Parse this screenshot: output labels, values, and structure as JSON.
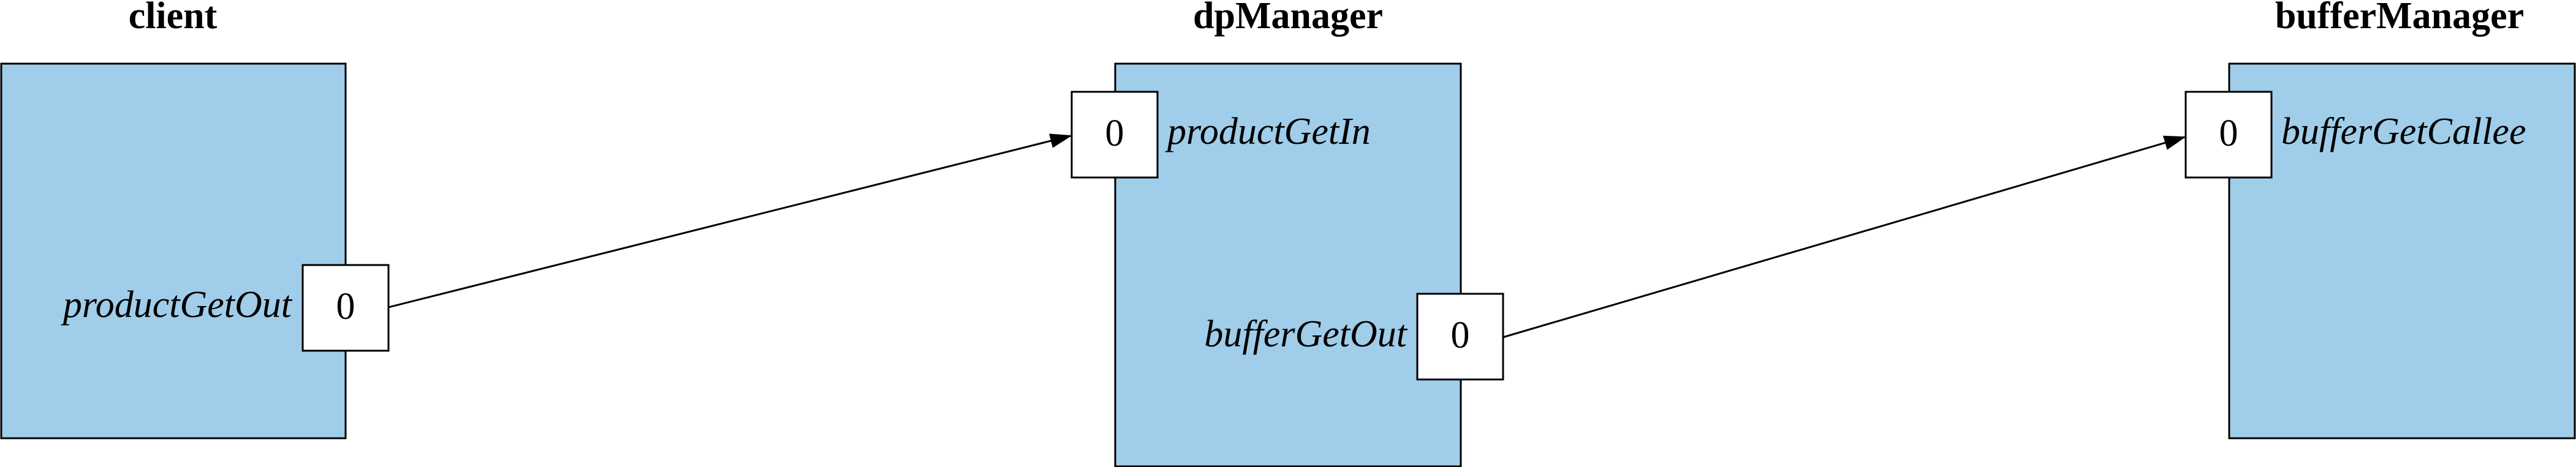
{
  "colors": {
    "component_fill": "#a0cde9",
    "line": "#000000",
    "port_fill": "#ffffff"
  },
  "components": {
    "client": {
      "title": "client",
      "port": {
        "label": "productGetOut",
        "value": "0"
      }
    },
    "dpManager": {
      "title": "dpManager",
      "port_in": {
        "label": "productGetIn",
        "value": "0"
      },
      "port_out": {
        "label": "bufferGetOut",
        "value": "0"
      }
    },
    "bufferManager": {
      "title": "bufferManager",
      "port": {
        "label": "bufferGetCallee",
        "value": "0"
      }
    }
  },
  "connections": [
    {
      "from": "client.productGetOut",
      "to": "dpManager.productGetIn"
    },
    {
      "from": "dpManager.bufferGetOut",
      "to": "bufferManager.bufferGetCallee"
    }
  ]
}
